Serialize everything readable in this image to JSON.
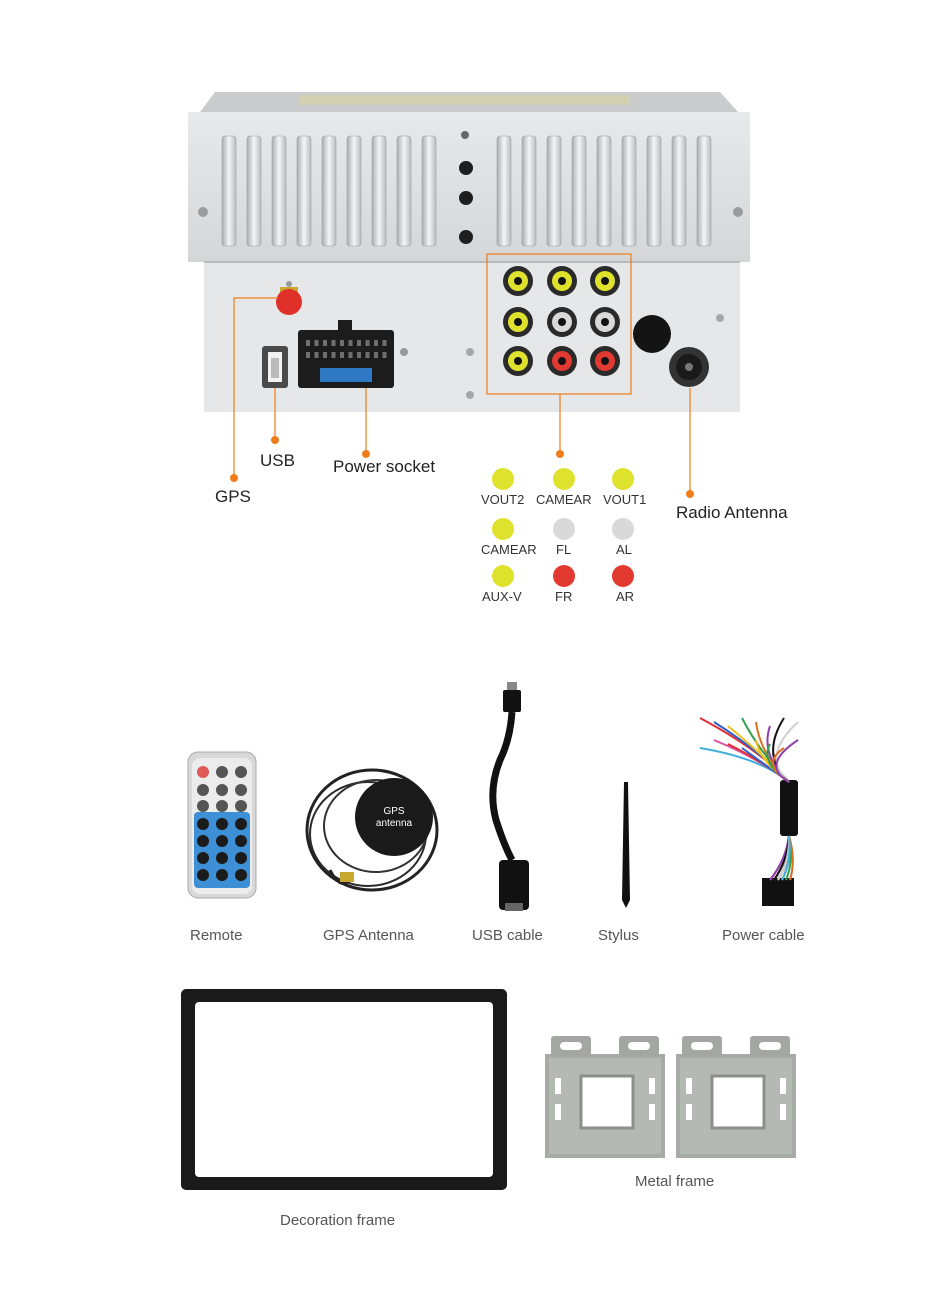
{
  "colors": {
    "accent": "#f07d1a",
    "yellow": "#dfe22c",
    "white_jack": "#d9d9d9",
    "red": "#e23a31"
  },
  "ports": {
    "gps": "GPS",
    "usb": "USB",
    "power_socket": "Power socket",
    "radio_antenna": "Radio Antenna",
    "antenna_icon": "GPS\nantenna"
  },
  "rca": [
    [
      {
        "label": "VOUT2",
        "color": "yellow"
      },
      {
        "label": "CAMEAR",
        "color": "yellow"
      },
      {
        "label": "VOUT1",
        "color": "yellow"
      }
    ],
    [
      {
        "label": "CAMEAR",
        "color": "yellow"
      },
      {
        "label": "FL",
        "color": "white_jack"
      },
      {
        "label": "AL",
        "color": "white_jack"
      }
    ],
    [
      {
        "label": "AUX-V",
        "color": "yellow"
      },
      {
        "label": "FR",
        "color": "red"
      },
      {
        "label": "AR",
        "color": "red"
      }
    ]
  ],
  "accessories": {
    "remote": "Remote",
    "gps_antenna": "GPS Antenna",
    "usb_cable": "USB cable",
    "stylus": "Stylus",
    "power_cable": "Power cable",
    "decoration_frame": "Decoration frame",
    "metal_frame": "Metal frame"
  },
  "gps_antenna_text": {
    "line1": "GPS",
    "line2": "antenna"
  }
}
